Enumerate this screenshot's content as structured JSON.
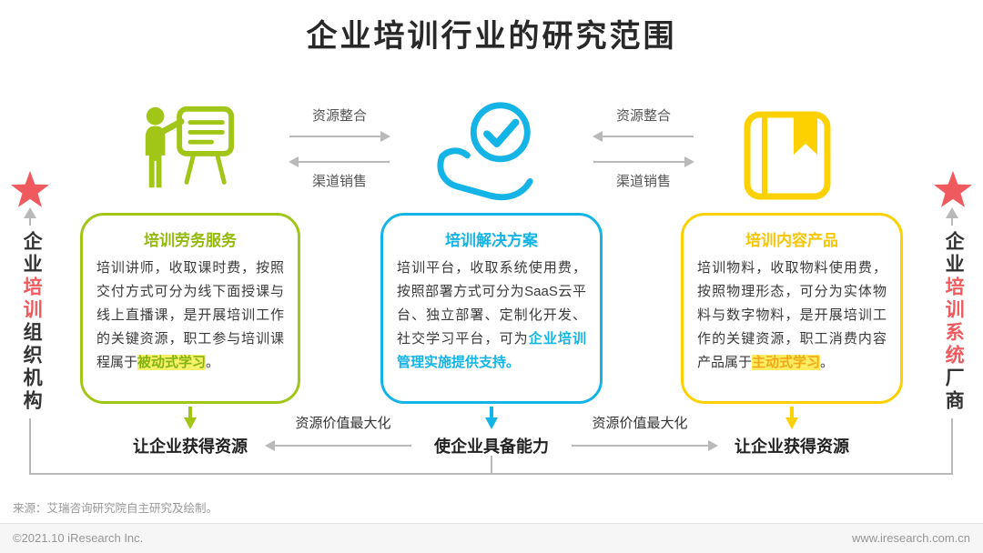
{
  "title": "企业培训行业的研究范围",
  "colors": {
    "green": "#a2c617",
    "cyan": "#14b4e6",
    "yellow": "#fdd000",
    "red": "#ee5a5e",
    "arrow_gray": "#b9b9b9"
  },
  "icons": {
    "left": "presenter-whiteboard-icon",
    "middle": "hand-check-icon",
    "right": "book-bookmark-icon",
    "left_star": "star-icon",
    "right_star": "star-icon"
  },
  "actors": {
    "left": [
      {
        "text": "企业",
        "cls": "dark"
      },
      {
        "text": "培训",
        "cls": "red"
      },
      {
        "text": "组织机构",
        "cls": "dark"
      }
    ],
    "right": [
      {
        "text": "企业",
        "cls": "dark"
      },
      {
        "text": "培训",
        "cls": "red"
      },
      {
        "text": "系统",
        "cls": "red"
      },
      {
        "text": "厂商",
        "cls": "dark"
      }
    ]
  },
  "flows": {
    "integration": "资源整合",
    "sales": "渠道销售",
    "value_max": "资源价值最大化"
  },
  "boxes": [
    {
      "title": "培训劳务服务",
      "body": [
        {
          "text": "培训讲师，收取课时费，按照交付方式可分为线下面授课与线上直播课，是开展培训工作的关键资源，职工参与培训课程属于",
          "cls": "plain"
        },
        {
          "text": "被动式学习",
          "cls": "hl-green"
        },
        {
          "text": "。",
          "cls": "plain"
        }
      ]
    },
    {
      "title": "培训解决方案",
      "body": [
        {
          "text": "培训平台，收取系统使用费，按照部署方式可分为SaaS云平台、独立部署、定制化开发、社交学习平台，可为",
          "cls": "plain"
        },
        {
          "text": "企业培训管理实施提供支持。",
          "cls": "cyanbold"
        }
      ]
    },
    {
      "title": "培训内容产品",
      "body": [
        {
          "text": "培训物料，收取物料使用费，按照物理形态，可分为实体物料与数字物料，是开展培训工作的关键资源，职工消费内容产品属于",
          "cls": "plain"
        },
        {
          "text": "主动式学习",
          "cls": "hl-yellow"
        },
        {
          "text": "。",
          "cls": "plain"
        }
      ]
    }
  ],
  "bottom": {
    "left": "让企业获得资源",
    "middle": "使企业具备能力",
    "right": "让企业获得资源"
  },
  "footer": {
    "source": "来源：艾瑞咨询研究院自主研究及绘制。",
    "copyright": "©2021.10 iResearch Inc.",
    "website": "www.iresearch.com.cn"
  }
}
